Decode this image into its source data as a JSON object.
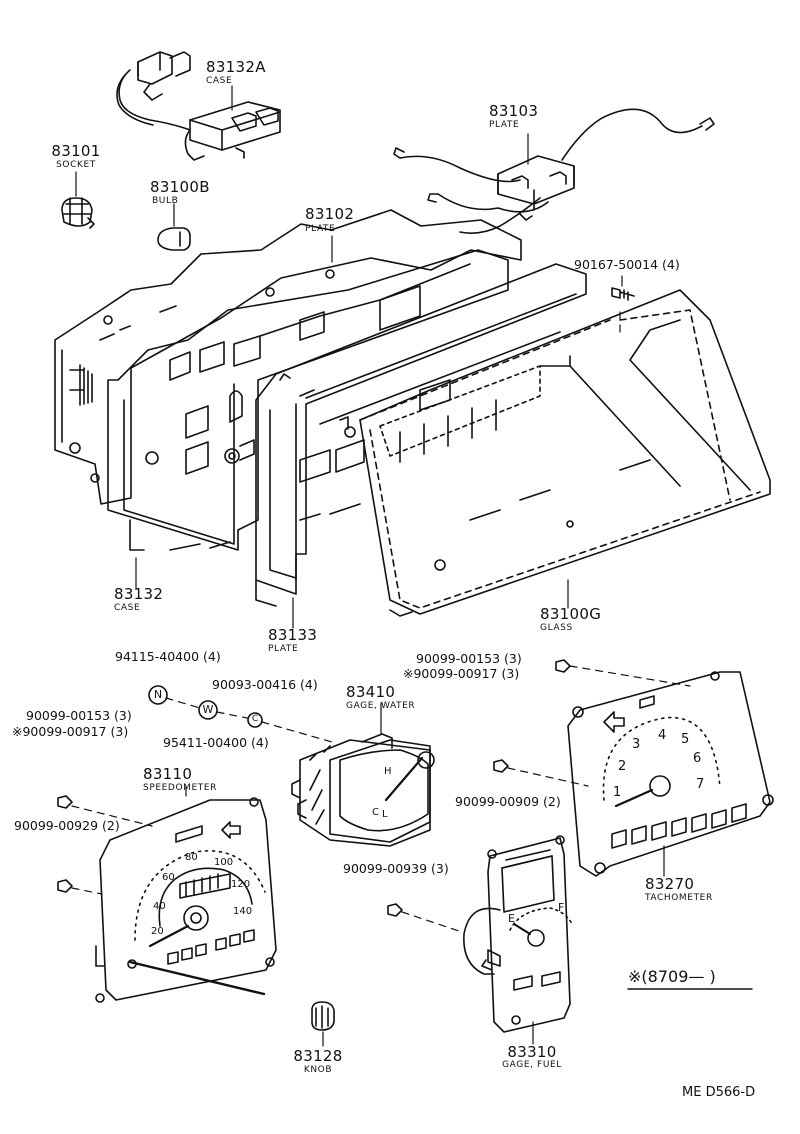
{
  "diagram_id": "ME  D566-D",
  "note": {
    "symbol": "※",
    "text": "(8709—        )"
  },
  "parts": [
    {
      "number": "83132A",
      "name": "CASE"
    },
    {
      "number": "83101",
      "name": "SOCKET"
    },
    {
      "number": "83100B",
      "name": "BULB"
    },
    {
      "number": "83102",
      "name": "PLATE"
    },
    {
      "number": "83103",
      "name": "PLATE"
    },
    {
      "number": "83132",
      "name": "CASE"
    },
    {
      "number": "83133",
      "name": "PLATE"
    },
    {
      "number": "83100G",
      "name": "GLASS"
    },
    {
      "number": "83410",
      "name": "GAGE, WATER"
    },
    {
      "number": "83110",
      "name": "SPEEDOMETER"
    },
    {
      "number": "83270",
      "name": "TACHOMETER"
    },
    {
      "number": "83310",
      "name": "GAGE, FUEL"
    },
    {
      "number": "83128",
      "name": "KNOB"
    }
  ],
  "fasteners": {
    "screw_plate": "90167-50014 (4)",
    "nut_n": "94115-40400 (4)",
    "washer_c": "90093-00416 (4)",
    "washer_w": "95411-00400 (4)",
    "tach_top_a": "90099-00153 (3)",
    "tach_top_b": "※90099-00917 (3)",
    "speedo_top_a": "90099-00153 (3)",
    "speedo_top_b": "※90099-00917 (3)",
    "speedo_bottom": "90099-00929 (2)",
    "tach_side": "90099-00909 (2)",
    "fuel_screw": "90099-00939 (3)"
  },
  "symbols": {
    "nut": "N",
    "washer": "W",
    "clip": "C"
  },
  "speedometer_scale": [
    "20",
    "40",
    "60",
    "80",
    "100",
    "120",
    "140"
  ],
  "tachometer_scale": [
    "1",
    "2",
    "3",
    "4",
    "5",
    "6",
    "7"
  ],
  "fuel_scale": {
    "empty": "E",
    "full": "F"
  },
  "water_scale": {
    "cold": "C",
    "low": "L",
    "hot": "H"
  }
}
